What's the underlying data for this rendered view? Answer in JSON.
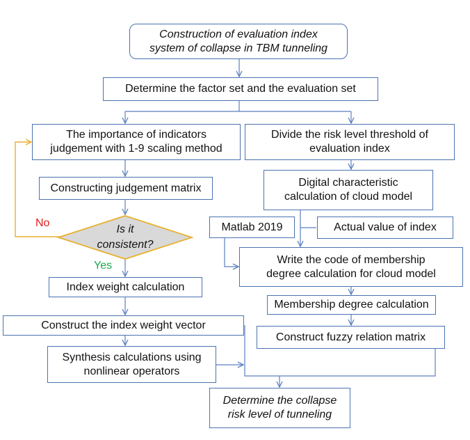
{
  "colors": {
    "box_border": "#4a72b0",
    "arrow": "#5b7fc0",
    "feedback": "#e8b030",
    "no": "#e02020",
    "yes": "#19a84a",
    "diamond_fill": "#d9d9d9"
  },
  "nodes": {
    "construction": "Construction of evaluation index\nsystem of collapse in TBM tunneling",
    "factor_set": "Determine the factor set and the evaluation set",
    "importance": "The importance of indicators\njudgement with 1-9 scaling method",
    "judgement_matrix": "Constructing judgement matrix",
    "consistent": "Is it\nconsistent?",
    "index_weight": "Index weight calculation",
    "weight_vector": "Construct the index weight vector",
    "synthesis": "Synthesis calculations using\nnonlinear operators",
    "divide_risk": "Divide the risk level threshold of\nevaluation index",
    "digital_char": "Digital characteristic\ncalculation of cloud model",
    "matlab": "Matlab 2019",
    "actual_value": "Actual value of index",
    "write_code": "Write the code of  membership\ndegree calculation for cloud model",
    "membership": "Membership degree  calculation",
    "fuzzy_matrix": "Construct fuzzy relation matrix",
    "determine_risk": "Determine the collapse\nrisk level of tunneling"
  },
  "labels": {
    "no": "No",
    "yes": "Yes"
  }
}
